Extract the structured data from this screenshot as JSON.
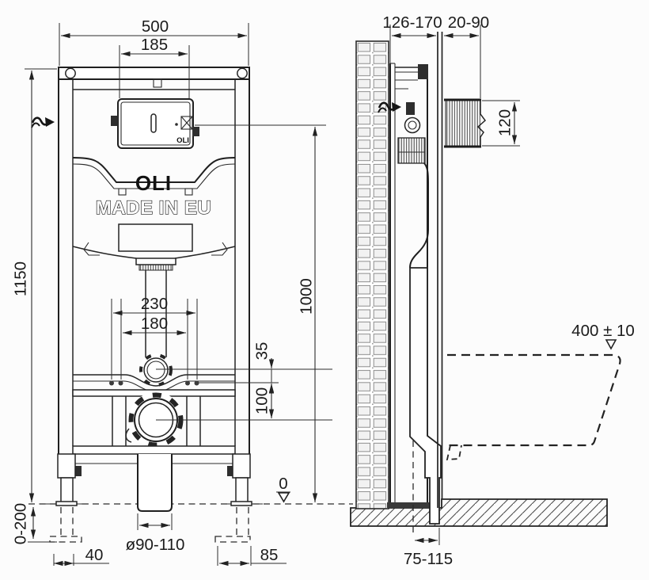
{
  "drawing": {
    "type": "toilet-frame-installation-diagram",
    "colors": {
      "line": "#222222",
      "background": "#fcfcfc",
      "dark_fill": "#2e2e2e"
    },
    "brand": {
      "logo": "OLI",
      "made_in": "MADE IN EU",
      "plate_logo": "OLI"
    },
    "front": {
      "dims": {
        "total_width": "500",
        "plate_width": "185",
        "frame_height": "1150",
        "flush_height": "1000",
        "fixing_outer": "230",
        "fixing_inner": "180",
        "supply_offset": "35",
        "outlet_offset": "100",
        "leg_adjust": "0-200",
        "left_inset": "40",
        "outlet_dia": "ø90-110",
        "right_inset": "85",
        "floor_level": "0"
      }
    },
    "side": {
      "dims": {
        "frame_depth": "126-170",
        "finish_depth": "20-90",
        "recess_height": "120",
        "bowl_height": "400 ± 10",
        "outlet_distance": "75-115"
      }
    }
  }
}
